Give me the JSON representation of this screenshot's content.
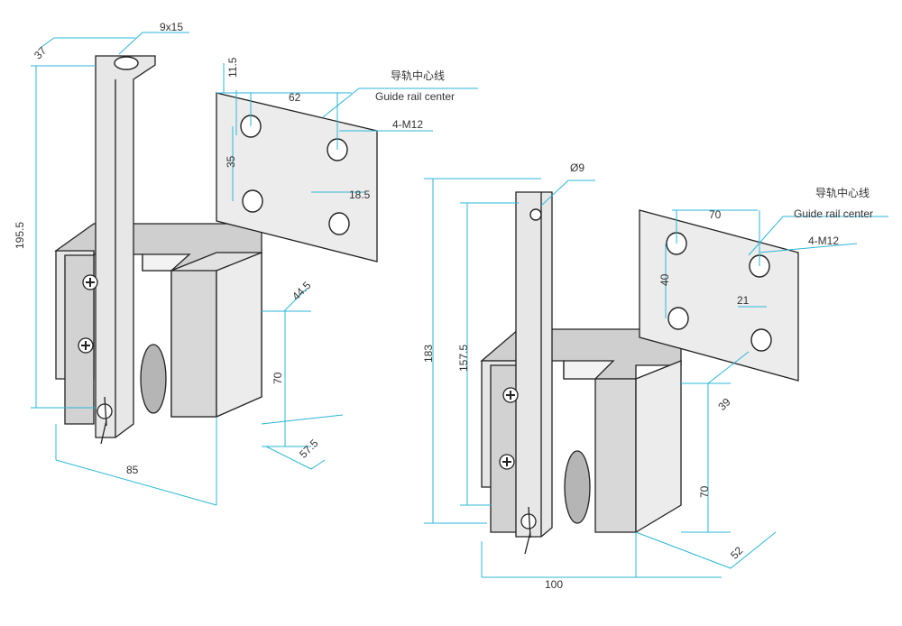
{
  "left": {
    "dims": {
      "d37": "37",
      "d9x15": "9x15",
      "d11_5": "11.5",
      "d62": "62",
      "d35": "35",
      "d18_5": "18.5",
      "d195_5": "195.5",
      "d44_5": "44.5",
      "d70": "70",
      "d57_5": "57.5",
      "d85": "85"
    },
    "labels": {
      "rail_cn": "导轨中心线",
      "rail_en": "Guide rail center",
      "thread": "4-M12"
    }
  },
  "right": {
    "dims": {
      "d_phi9": "Ø9",
      "d183": "183",
      "d157_5": "157.5",
      "d70_top": "70",
      "d40": "40",
      "d21": "21",
      "d39": "39",
      "d70_side": "70",
      "d52": "52",
      "d100": "100"
    },
    "labels": {
      "rail_cn": "导轨中心线",
      "rail_en": "Guide rail center",
      "thread": "4-M12"
    }
  },
  "colors": {
    "dimension_line": "#2bb7d8",
    "body_light": "#e8e8e8",
    "body_dark": "#bdbdbd"
  }
}
